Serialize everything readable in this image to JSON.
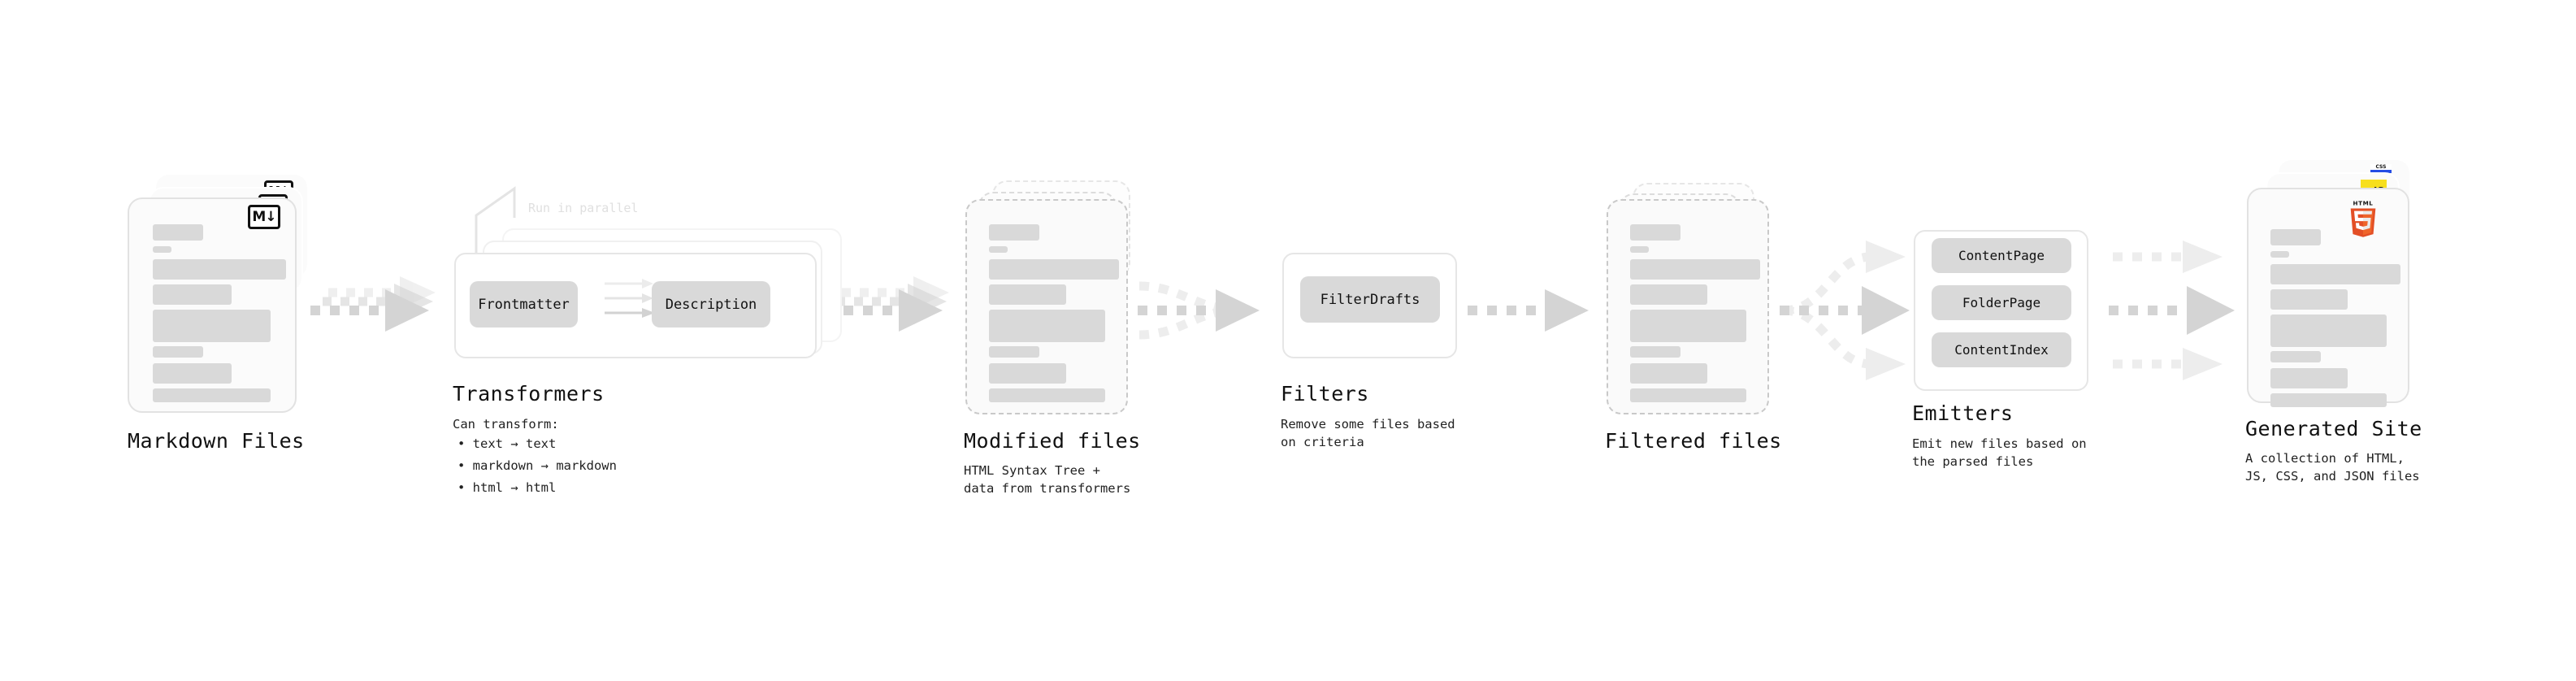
{
  "diagram": {
    "kind": "pipeline-flow",
    "background": "#ffffff",
    "accent_colors": {
      "skeleton": "#d9d9d9",
      "chip": "#d9d9d9",
      "arrow": "#d4d4d4",
      "arrow_faint": "#ededed",
      "dashed_border": "#c9c9c9",
      "html5_orange": "#e34f26",
      "css_blue": "#264de4",
      "js_yellow": "#f7df1e",
      "text": "#111111"
    }
  },
  "stages": [
    {
      "id": "markdown-files",
      "title": "Markdown Files",
      "description": "",
      "badge": "markdown-badge",
      "badge_label": "M↓",
      "card_count": 3
    },
    {
      "id": "transformers",
      "title": "Transformers",
      "description": "Can transform:",
      "bullets": [
        "• text → text",
        "• markdown → markdown",
        "• html → html"
      ],
      "annotation": "Run in parallel",
      "chips": [
        "Frontmatter",
        "Description"
      ],
      "layer_count": 3
    },
    {
      "id": "modified-files",
      "title": "Modified files",
      "description": "HTML Syntax Tree +\ndata from transformers",
      "card_count": 3
    },
    {
      "id": "filters",
      "title": "Filters",
      "description": "Remove some files based\non criteria",
      "chips": [
        "FilterDrafts"
      ]
    },
    {
      "id": "filtered-files",
      "title": "Filtered files",
      "description": "",
      "card_count": 3
    },
    {
      "id": "emitters",
      "title": "Emitters",
      "description": "Emit new files based on\nthe parsed files",
      "chips": [
        "ContentPage",
        "FolderPage",
        "ContentIndex"
      ]
    },
    {
      "id": "generated-site",
      "title": "Generated Site",
      "description": "A collection of HTML,\nJS, CSS, and JSON files",
      "badges": [
        "css-badge",
        "js-badge",
        "html5-badge"
      ],
      "badge_labels": {
        "css": "CSS",
        "js": "JS",
        "html": "HTML"
      },
      "card_count": 3
    }
  ]
}
